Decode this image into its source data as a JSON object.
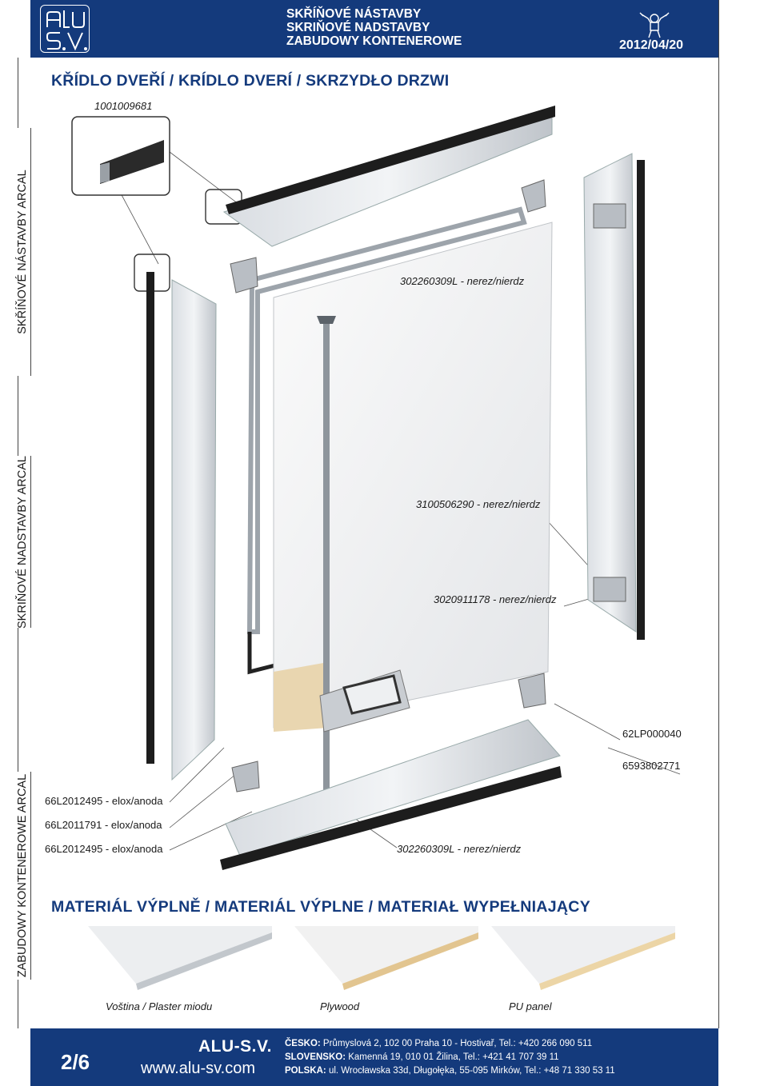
{
  "header": {
    "logo_text": "ALU S.V.",
    "title_lines": [
      "SKŘÍŇOVÉ NÁSTAVBY",
      "SKRIŇOVÉ NADSTAVBY",
      "ZABUDOWY KONTENEROWE"
    ],
    "date": "2012/04/20"
  },
  "side_tabs": [
    "SKŘÍŇOVÉ NÁSTAVBY ARCAL",
    "SKRIŇOVÉ NADSTAVBY ARCAL",
    "ZABUDOWY KONTENEROWE ARCAL"
  ],
  "page_title": "KŘÍDLO DVEŘÍ / KRÍDLO DVERÍ / SKRZYDŁO DRZWI",
  "parts": {
    "detail_code": "1001009681",
    "top_hinge_left": "302260309L - nerez/nierdz",
    "lock_rod": "3100506290 - nerez/nierdz",
    "hinge_right": "3020911178 - nerez/nierdz",
    "right_code_1": "62LP000040",
    "right_code_2": "6593802771",
    "bottom_hinge": "302260309L - nerez/nierdz",
    "profiles": [
      "66L2012495 - elox/anoda",
      "66L2011791 - elox/anoda",
      "66L2012495 - elox/anoda"
    ]
  },
  "materials": {
    "title": "MATERIÁL VÝPLNĚ / MATERIÁL VÝPLNE / MATERIAŁ WYPEŁNIAJĄCY",
    "items": [
      "Voština / Plaster miodu",
      "Plywood",
      "PU panel"
    ]
  },
  "footer": {
    "page": "2/6",
    "brand": "ALU-S.V.",
    "website": "www.alu-sv.com",
    "contacts": [
      {
        "country": "ČESKO:",
        "text": " Průmyslová 2, 102 00 Praha 10 - Hostivař, Tel.: +420 266 090 511"
      },
      {
        "country": "SLOVENSKO:",
        "text": " Kamenná 19, 010 01 Žilina,  Tel.: +421 41 707 39 11"
      },
      {
        "country": "POLSKA:",
        "text": " ul. Wrocławska 33d, Długołęka, 55-095 Mirków, Tel.: +48 71 330 53 11"
      }
    ]
  },
  "colors": {
    "brand_blue": "#143a7c"
  }
}
